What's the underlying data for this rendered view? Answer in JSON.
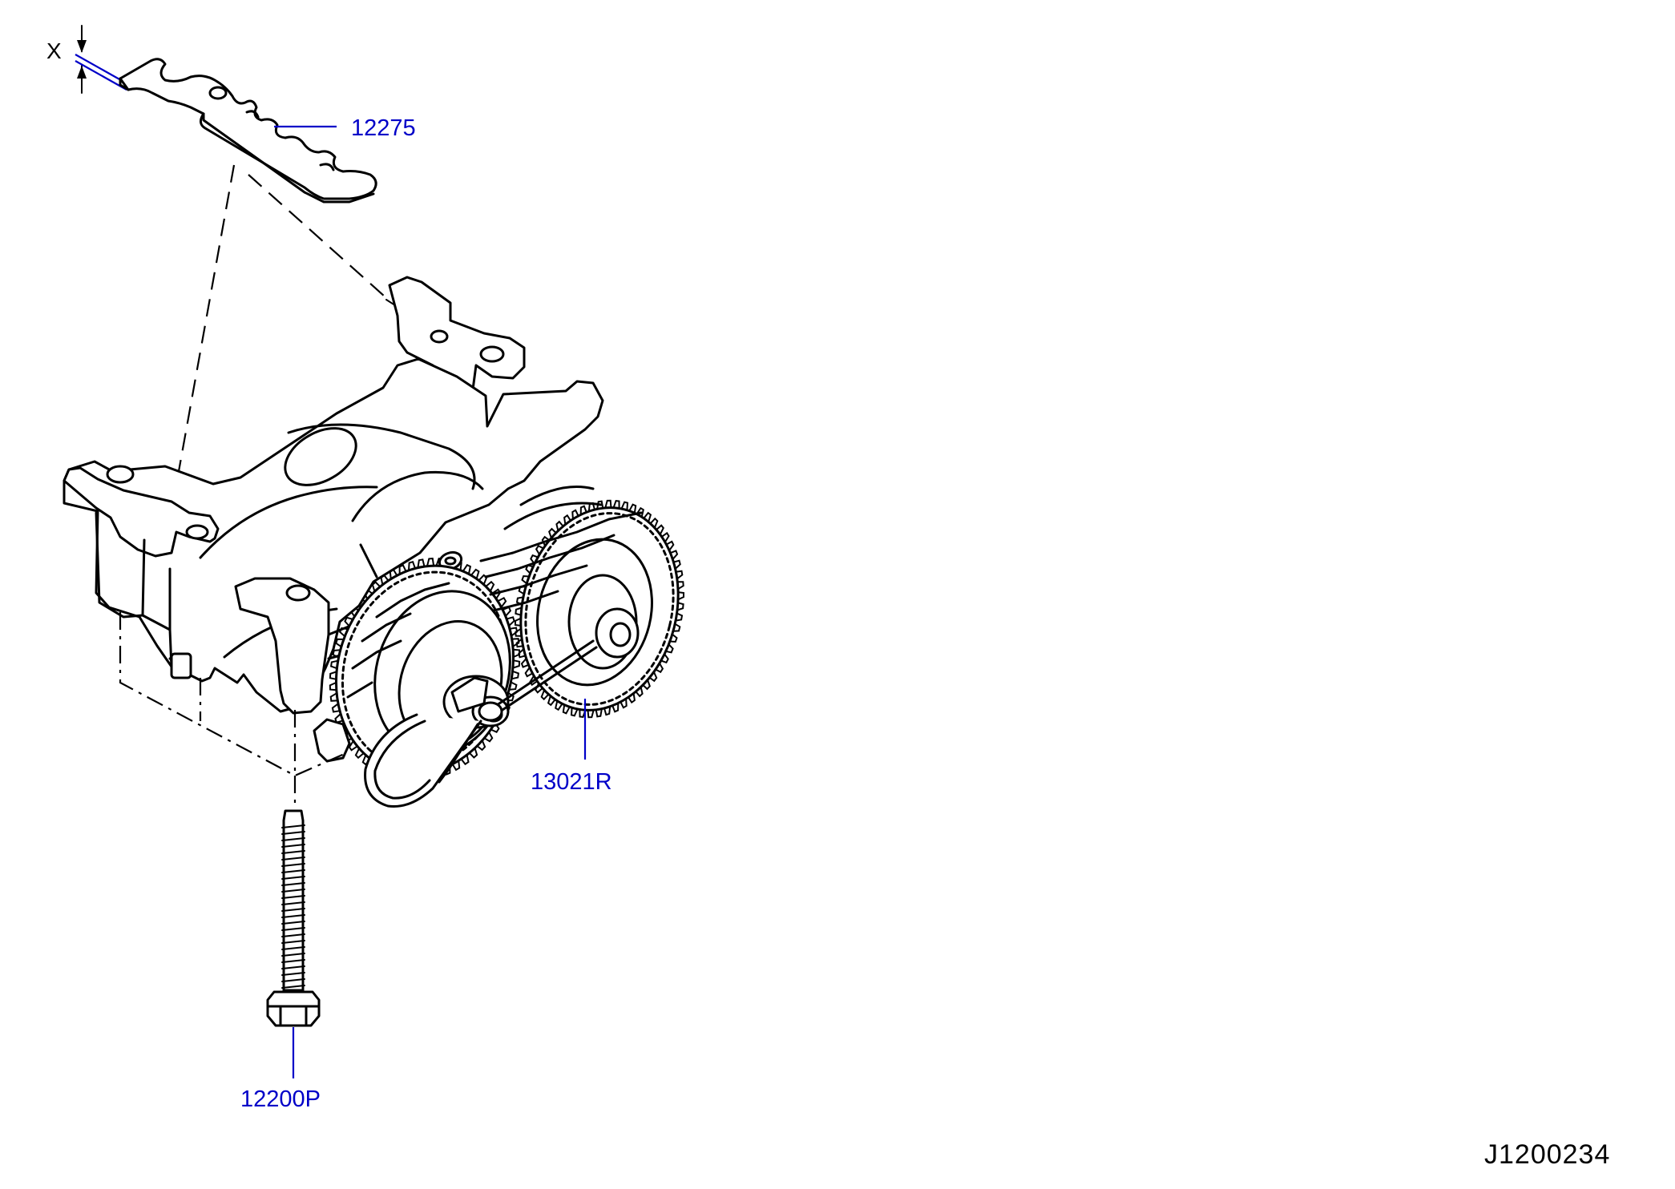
{
  "diagram": {
    "dimension_label": "X",
    "callouts": [
      {
        "id": "gasket",
        "part_number": "12275"
      },
      {
        "id": "balancer-gear",
        "part_number": "13021R"
      },
      {
        "id": "bolt",
        "part_number": "12200P"
      }
    ],
    "diagram_number": "J1200234",
    "colors": {
      "line": "#000000",
      "callout": "#0000c8",
      "background": "#ffffff"
    }
  }
}
